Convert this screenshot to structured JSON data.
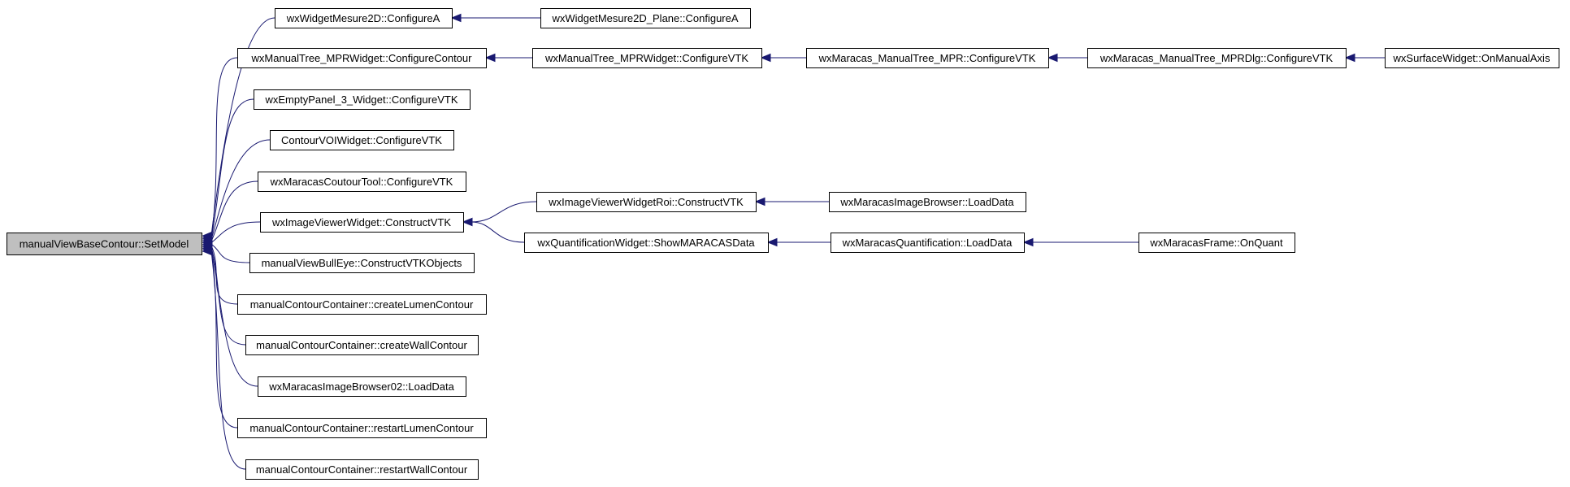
{
  "diagram": {
    "type": "call-graph",
    "colors": {
      "edge": "#191970",
      "node_fill": "#ffffff",
      "root_fill": "#bfbfbf",
      "border": "#000000"
    },
    "nodes": [
      {
        "id": "root",
        "label": "manualViewBaseContour::SetModel",
        "root": true
      },
      {
        "id": "n1",
        "label": "wxWidgetMesure2D::ConfigureA"
      },
      {
        "id": "n2",
        "label": "wxManualTree_MPRWidget::ConfigureContour"
      },
      {
        "id": "n3",
        "label": "wxEmptyPanel_3_Widget::ConfigureVTK"
      },
      {
        "id": "n4",
        "label": "ContourVOIWidget::ConfigureVTK"
      },
      {
        "id": "n5",
        "label": "wxMaracasCoutourTool::ConfigureVTK"
      },
      {
        "id": "n6",
        "label": "wxImageViewerWidget::ConstructVTK"
      },
      {
        "id": "n7",
        "label": "manualViewBullEye::ConstructVTKObjects"
      },
      {
        "id": "n8",
        "label": "manualContourContainer::createLumenContour"
      },
      {
        "id": "n9",
        "label": "manualContourContainer::createWallContour"
      },
      {
        "id": "n10",
        "label": "wxMaracasImageBrowser02::LoadData"
      },
      {
        "id": "n11",
        "label": "manualContourContainer::restartLumenContour"
      },
      {
        "id": "n12",
        "label": "manualContourContainer::restartWallContour"
      },
      {
        "id": "n13",
        "label": "wxWidgetMesure2D_Plane::ConfigureA"
      },
      {
        "id": "n14",
        "label": "wxManualTree_MPRWidget::ConfigureVTK"
      },
      {
        "id": "n15",
        "label": "wxMaracas_ManualTree_MPR::ConfigureVTK"
      },
      {
        "id": "n16",
        "label": "wxMaracas_ManualTree_MPRDlg::ConfigureVTK"
      },
      {
        "id": "n17",
        "label": "wxSurfaceWidget::OnManualAxis"
      },
      {
        "id": "n18",
        "label": "wxImageViewerWidgetRoi::ConstructVTK"
      },
      {
        "id": "n19",
        "label": "wxMaracasImageBrowser::LoadData"
      },
      {
        "id": "n20",
        "label": "wxQuantificationWidget::ShowMARACASData"
      },
      {
        "id": "n21",
        "label": "wxMaracasQuantification::LoadData"
      },
      {
        "id": "n22",
        "label": "wxMaracasFrame::OnQuant"
      }
    ],
    "edges": [
      {
        "from": "n1",
        "to": "root"
      },
      {
        "from": "n2",
        "to": "root"
      },
      {
        "from": "n3",
        "to": "root"
      },
      {
        "from": "n4",
        "to": "root"
      },
      {
        "from": "n5",
        "to": "root"
      },
      {
        "from": "n6",
        "to": "root"
      },
      {
        "from": "n7",
        "to": "root"
      },
      {
        "from": "n8",
        "to": "root"
      },
      {
        "from": "n9",
        "to": "root"
      },
      {
        "from": "n10",
        "to": "root"
      },
      {
        "from": "n11",
        "to": "root"
      },
      {
        "from": "n12",
        "to": "root"
      },
      {
        "from": "n13",
        "to": "n1"
      },
      {
        "from": "n14",
        "to": "n2"
      },
      {
        "from": "n15",
        "to": "n14"
      },
      {
        "from": "n16",
        "to": "n15"
      },
      {
        "from": "n17",
        "to": "n16"
      },
      {
        "from": "n18",
        "to": "n6"
      },
      {
        "from": "n19",
        "to": "n18"
      },
      {
        "from": "n20",
        "to": "n6"
      },
      {
        "from": "n21",
        "to": "n20"
      },
      {
        "from": "n22",
        "to": "n21"
      }
    ]
  }
}
